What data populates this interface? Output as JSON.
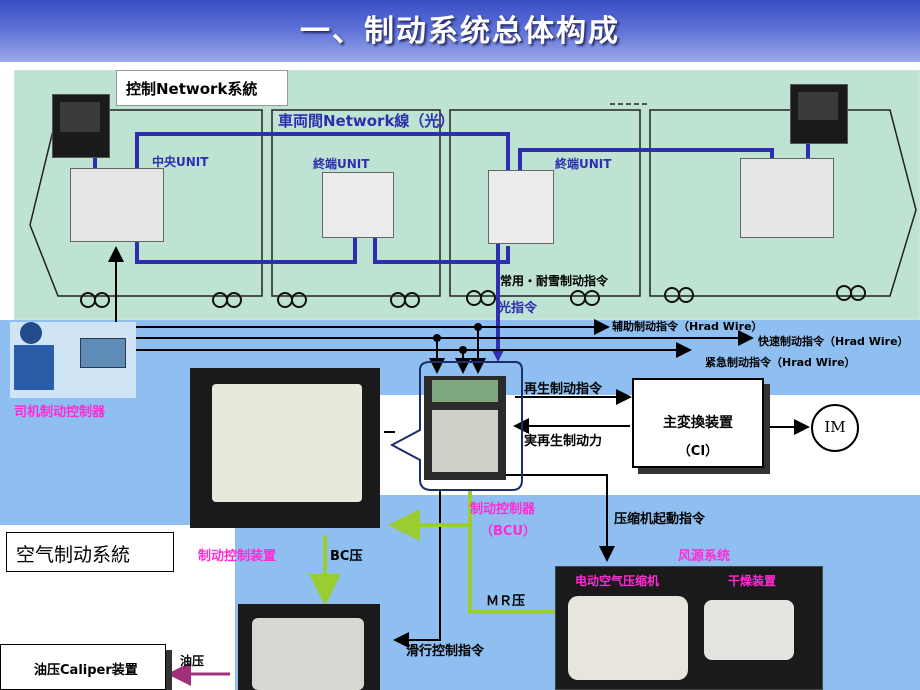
{
  "title": "一、制动系统总体构成",
  "network": {
    "system_label": "控制Network系統",
    "inter_car_label": "車両間Network線（光）",
    "central_unit": "中央UNIT",
    "terminal_unit_1": "終端UNIT",
    "terminal_unit_2": "終端UNIT"
  },
  "commands": {
    "service_emergency": "常用・耐雪制动指令",
    "optical": "光指令",
    "auxiliary": "辅助制动指令（Hrad Wire）",
    "fast": "快速制动指令（Hrad Wire）",
    "emergency": "紧急制动指令（Hrad Wire）",
    "regen": "再生制动指令",
    "actual_regen": "実再生制动力",
    "compressor_start": "压缩机起動指令",
    "slide": "滑行控制指令",
    "bc": "BC压",
    "mr": "ＭＲ压",
    "oil": "油压"
  },
  "devices": {
    "driver_controller": "司机制动控制器",
    "bcu_name": "制动控制器",
    "bcu_abbr": "（BCU）",
    "converter_name": "主変換装置",
    "converter_abbr": "（CI）",
    "motor": "IM",
    "brake_control_unit": "制动控制装置",
    "air_source": "风源系统",
    "compressor": "电动空气压缩机",
    "dryer": "干燥装置",
    "caliper": "油压Caliper装置"
  },
  "air_brake_system": "空气制动系統",
  "colors": {
    "header_blue": "#3a4fc4",
    "network_line": "#2e2eb0",
    "magenta_label": "#ff2bd5",
    "green_pipe": "#9acd32",
    "train_panel": "#bfe3d3",
    "lower_bg": "#8fbff0"
  }
}
